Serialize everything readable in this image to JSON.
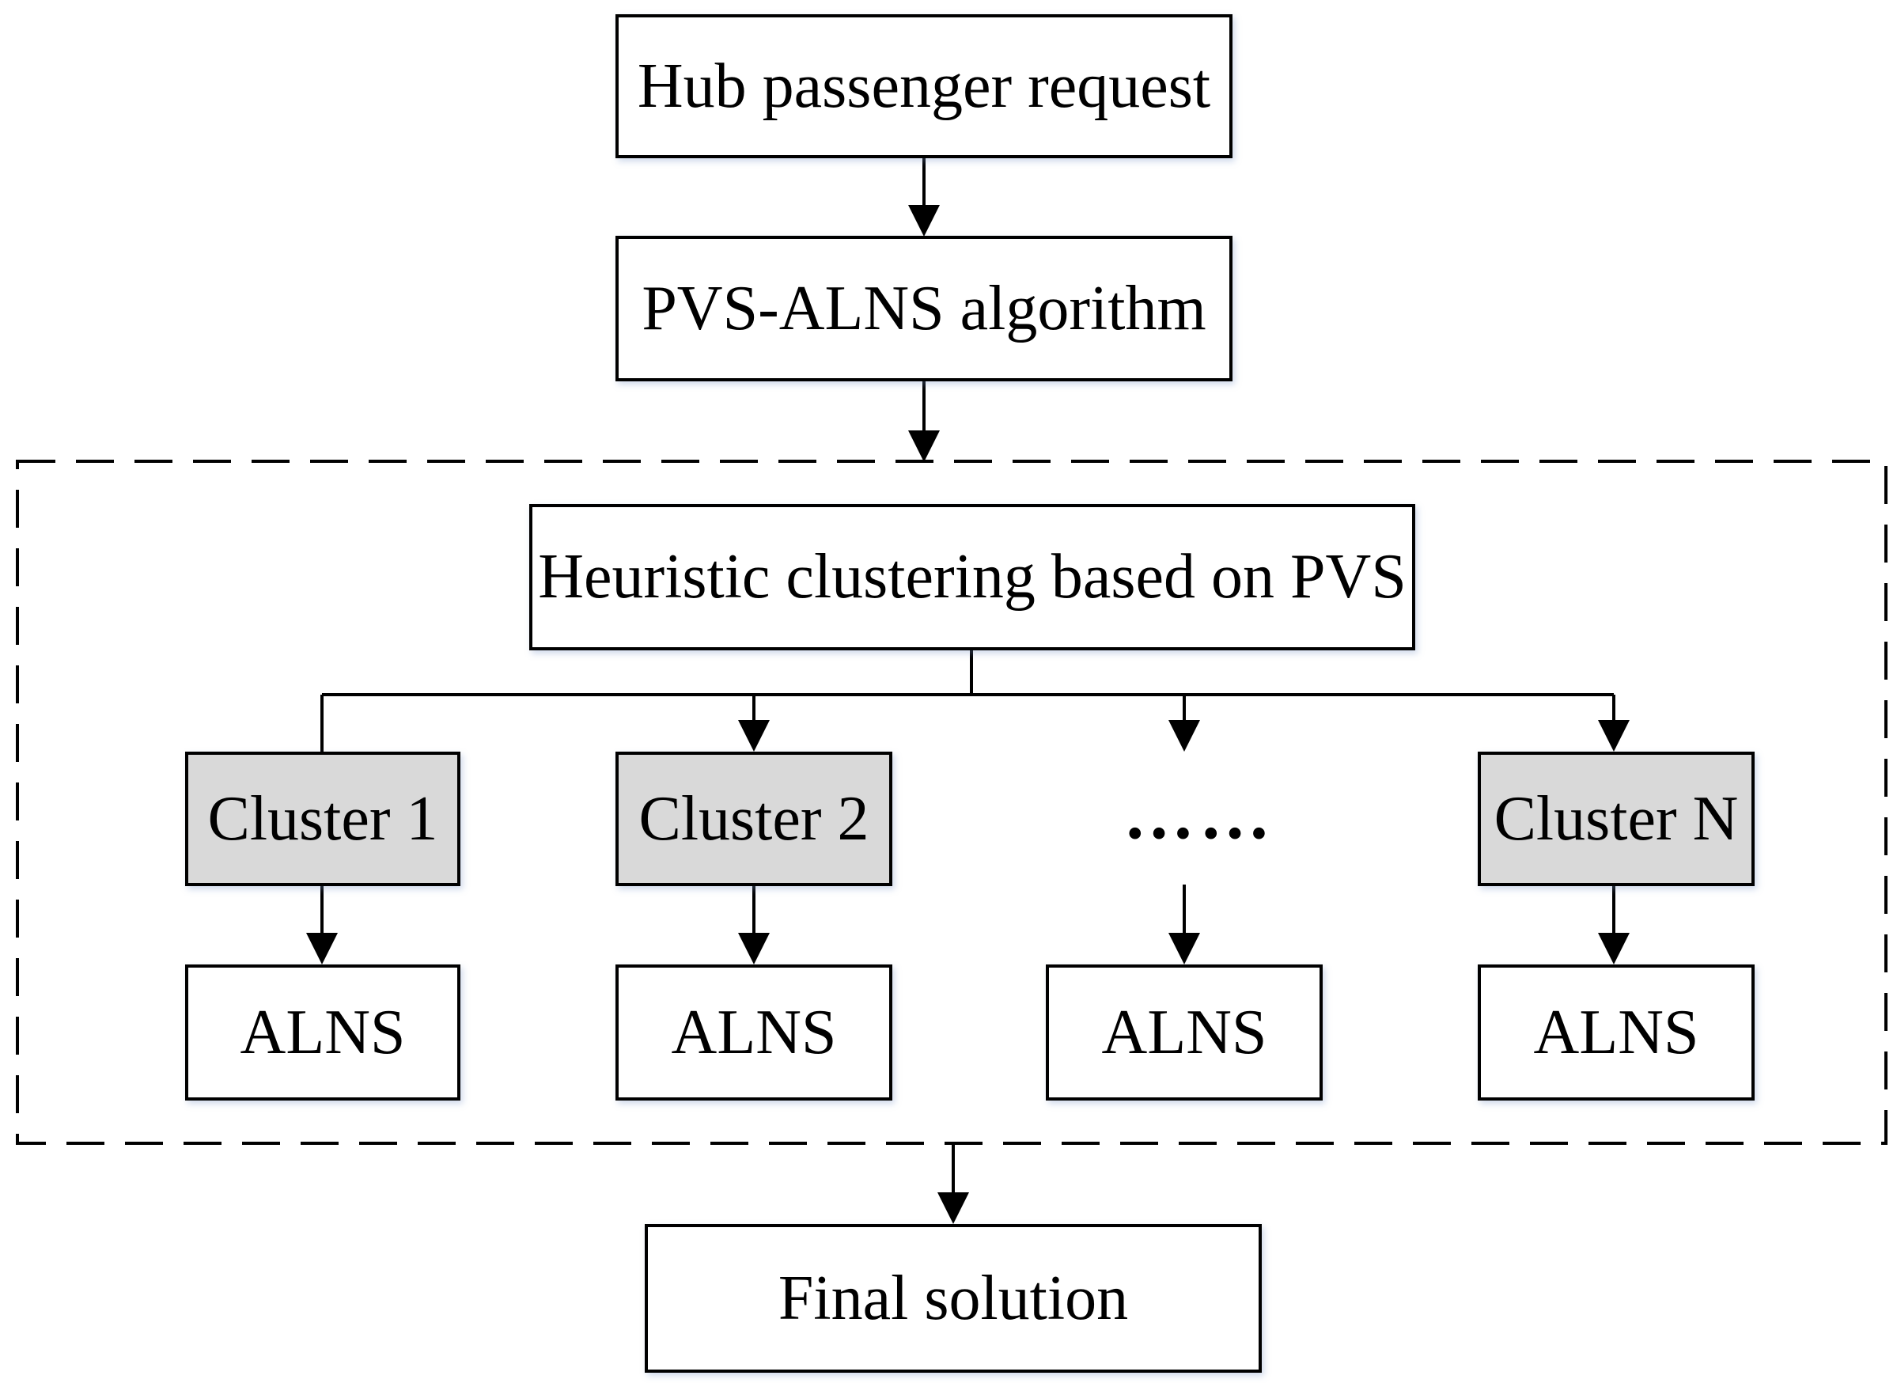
{
  "nodes": {
    "hub_request": "Hub passenger request",
    "pvs_alns": "PVS-ALNS algorithm",
    "clustering": "Heuristic clustering based on PVS",
    "cluster_1": "Cluster 1",
    "cluster_2": "Cluster 2",
    "ellipsis": "……",
    "cluster_n": "Cluster N",
    "alns_1": "ALNS",
    "alns_2": "ALNS",
    "alns_3": "ALNS",
    "alns_n": "ALNS",
    "final": "Final solution"
  },
  "colors": {
    "line": "#000000",
    "cluster_fill": "#d9d9d9",
    "box_fill": "#ffffff"
  }
}
